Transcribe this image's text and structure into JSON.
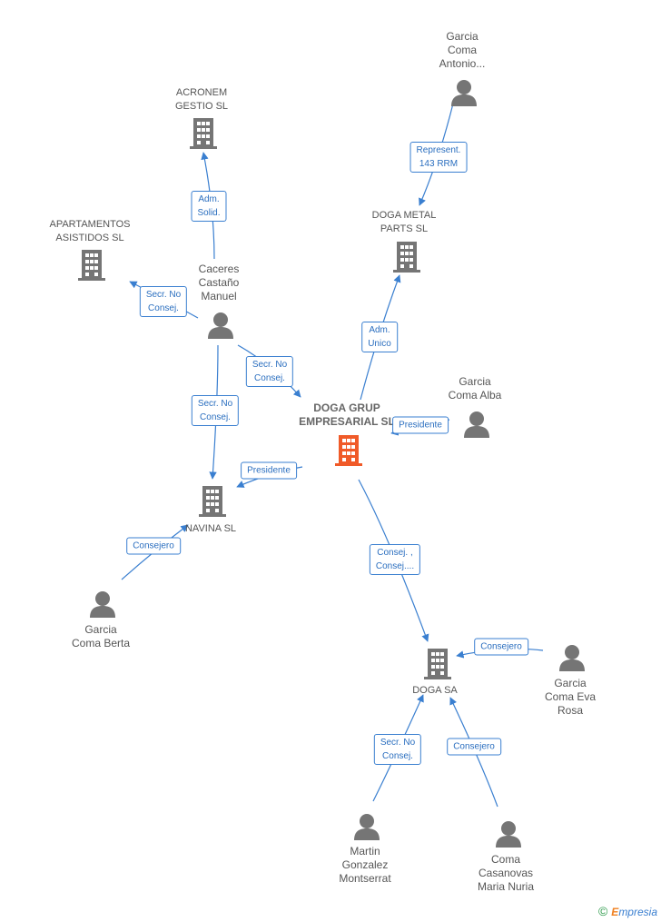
{
  "colors": {
    "edge": "#3a7fd0",
    "icon": "#757575",
    "main_icon": "#f05a28",
    "edge_text": "#2a6ebf"
  },
  "nodes": [
    {
      "id": "doga-grup",
      "type": "company",
      "main": true,
      "lines": [
        "DOGA GRUP",
        "EMPRESARIAL SL"
      ]
    },
    {
      "id": "acronem",
      "type": "company",
      "lines": [
        "ACRONEM",
        "GESTIO SL"
      ]
    },
    {
      "id": "apartamentos",
      "type": "company",
      "lines": [
        "APARTAMENTOS",
        "ASISTIDOS SL"
      ]
    },
    {
      "id": "doga-metal",
      "type": "company",
      "lines": [
        "DOGA METAL",
        "PARTS SL"
      ]
    },
    {
      "id": "navina",
      "type": "company",
      "lines": [
        "NAVINA SL"
      ]
    },
    {
      "id": "doga-sa",
      "type": "company",
      "lines": [
        "DOGA SA"
      ]
    },
    {
      "id": "garcia-antonio",
      "type": "person",
      "lines": [
        "Garcia",
        "Coma",
        "Antonio..."
      ]
    },
    {
      "id": "caceres",
      "type": "person",
      "lines": [
        "Caceres",
        "Castaño",
        "Manuel"
      ]
    },
    {
      "id": "garcia-alba",
      "type": "person",
      "lines": [
        "Garcia",
        "Coma Alba"
      ]
    },
    {
      "id": "garcia-berta",
      "type": "person",
      "lines": [
        "Garcia",
        "Coma Berta"
      ]
    },
    {
      "id": "garcia-eva",
      "type": "person",
      "lines": [
        "Garcia",
        "Coma Eva",
        "Rosa"
      ]
    },
    {
      "id": "martin",
      "type": "person",
      "lines": [
        "Martin",
        "Gonzalez",
        "Montserrat"
      ]
    },
    {
      "id": "coma-nuria",
      "type": "person",
      "lines": [
        "Coma",
        "Casanovas",
        "Maria Nuria"
      ]
    }
  ],
  "edges": [
    {
      "from": "garcia-antonio",
      "to": "doga-metal",
      "lines": [
        "Represent.",
        "143 RRM"
      ]
    },
    {
      "from": "caceres",
      "to": "acronem",
      "lines": [
        "Adm.",
        "Solid."
      ]
    },
    {
      "from": "caceres",
      "to": "apartamentos",
      "lines": [
        "Secr.  No",
        "Consej."
      ]
    },
    {
      "from": "caceres",
      "to": "doga-grup",
      "lines": [
        "Secr.  No",
        "Consej."
      ]
    },
    {
      "from": "caceres",
      "to": "navina",
      "lines": [
        "Secr.  No",
        "Consej."
      ]
    },
    {
      "from": "doga-grup",
      "to": "doga-metal",
      "lines": [
        "Adm.",
        "Unico"
      ]
    },
    {
      "from": "garcia-alba",
      "to": "doga-grup",
      "lines": [
        "Presidente"
      ]
    },
    {
      "from": "doga-grup",
      "to": "navina",
      "lines": [
        "Presidente"
      ]
    },
    {
      "from": "garcia-berta",
      "to": "navina",
      "lines": [
        "Consejero"
      ]
    },
    {
      "from": "doga-grup",
      "to": "doga-sa",
      "lines": [
        "Consej. ,",
        "Consej...."
      ]
    },
    {
      "from": "garcia-eva",
      "to": "doga-sa",
      "lines": [
        "Consejero"
      ]
    },
    {
      "from": "martin",
      "to": "doga-sa",
      "lines": [
        "Secr.  No",
        "Consej."
      ]
    },
    {
      "from": "coma-nuria",
      "to": "doga-sa",
      "lines": [
        "Consejero"
      ]
    }
  ],
  "footer": {
    "copyright": "©",
    "brand_first": "E",
    "brand_rest": "mpresia"
  }
}
